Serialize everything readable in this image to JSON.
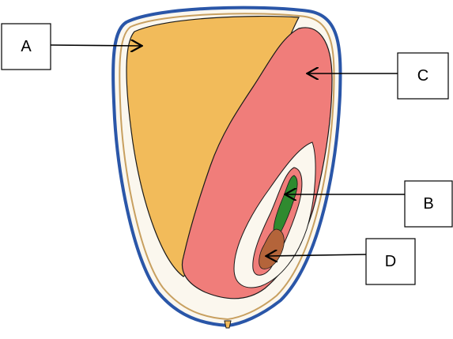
{
  "labels": {
    "a": "A",
    "b": "B",
    "c": "C",
    "d": "D"
  },
  "colors": {
    "seed_coat_outer": "#2a56a8",
    "seed_coat_inner": "#c8a060",
    "endosperm": "#f2bb5a",
    "scutellum": "#f07d7a",
    "plumule": "#2f8a2f",
    "radicle": "#b4643a",
    "outline": "#1a1a1a"
  }
}
